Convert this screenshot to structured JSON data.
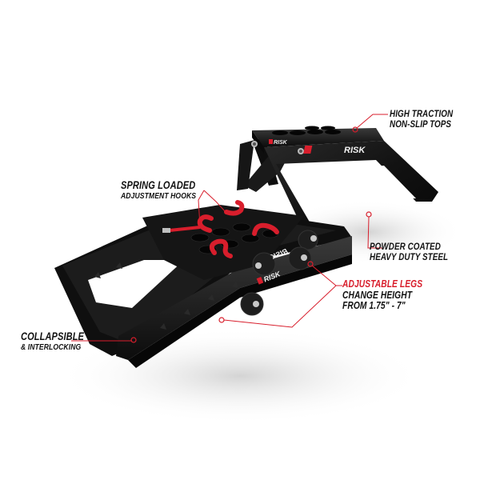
{
  "brand": {
    "logo_text": "RISK",
    "logo_mark": "R",
    "accent_color": "#d81e2c",
    "product_color": "#141414"
  },
  "callouts": [
    {
      "id": "traction",
      "lines": [
        "HIGH TRACTION",
        "NON-SLIP TOPS"
      ]
    },
    {
      "id": "spring",
      "lines": [
        "SPRING LOADED",
        "ADJUSTMENT HOOKS"
      ]
    },
    {
      "id": "powder",
      "lines": [
        "POWDER COATED",
        "HEAVY DUTY STEEL"
      ]
    },
    {
      "id": "legs",
      "lines": [
        "ADJUSTABLE LEGS",
        "CHANGE HEIGHT",
        "FROM 1.75\" - 7\""
      ]
    },
    {
      "id": "collapsible",
      "lines": [
        "COLLAPSIBLE",
        "& INTERLOCKING"
      ]
    }
  ]
}
